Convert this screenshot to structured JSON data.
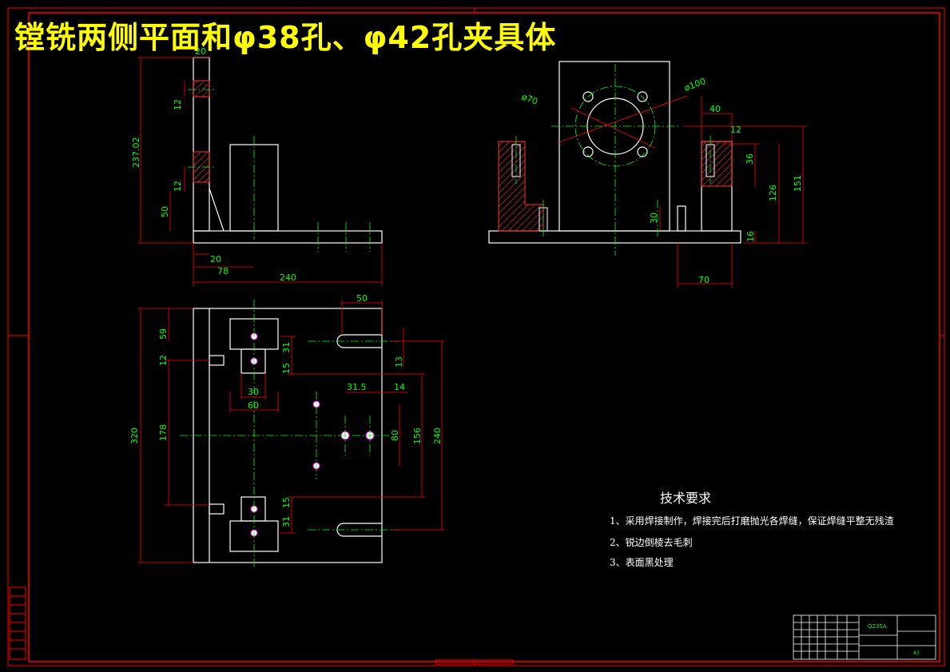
{
  "title": "镗铣两侧平面和φ38孔、φ42孔夹具体",
  "technical_requirements": {
    "heading": "技术要求",
    "items": [
      "1、采用焊接制作，焊接完后打磨抛光各焊缝，保证焊缝平整无残渣",
      "2、锐边倒棱去毛刺",
      "3、表面黑处理"
    ]
  },
  "title_block": {
    "material": "Q235A",
    "sheet_size": "A3"
  },
  "dimensions": {
    "front": [
      "20",
      "12",
      "237.02",
      "12",
      "50",
      "20",
      "78",
      "240"
    ],
    "side": [
      "ø70",
      "ø100",
      "40",
      "12",
      "36",
      "126",
      "151",
      "30",
      "16",
      "70"
    ],
    "top": [
      "50",
      "59",
      "31",
      "12",
      "15",
      "13",
      "30",
      "60",
      "31.5",
      "14",
      "320",
      "178",
      "80",
      "156",
      "240",
      "15",
      "31"
    ]
  },
  "colors": {
    "background": "#000000",
    "frame": "#ff0000",
    "outline": "#ffffff",
    "dimension": "#00ff00",
    "title": "#ffff00"
  }
}
